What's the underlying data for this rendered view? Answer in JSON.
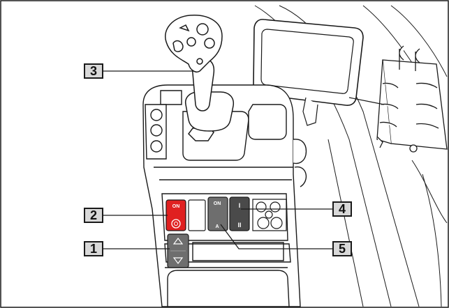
{
  "callouts": [
    {
      "number": "1",
      "refers_to": "up/down rocker switch"
    },
    {
      "number": "2",
      "refers_to": "red ON switch"
    },
    {
      "number": "3",
      "refers_to": "joystick"
    },
    {
      "number": "4",
      "refers_to": "I/II switch"
    },
    {
      "number": "5",
      "refers_to": "ON/A switch"
    }
  ],
  "switch_labels": {
    "red_switch_top": "ON",
    "onA_switch_top": "ON",
    "onA_switch_bottom": "A",
    "range_switch_top": "I",
    "range_switch_bottom": "II"
  },
  "colors": {
    "line": "#1a1a1a",
    "callout_fill": "#d9d9d9",
    "red_switch": "#e02020",
    "grey_switch": "#6e6e6e",
    "dark_switch": "#4a4a4a"
  }
}
